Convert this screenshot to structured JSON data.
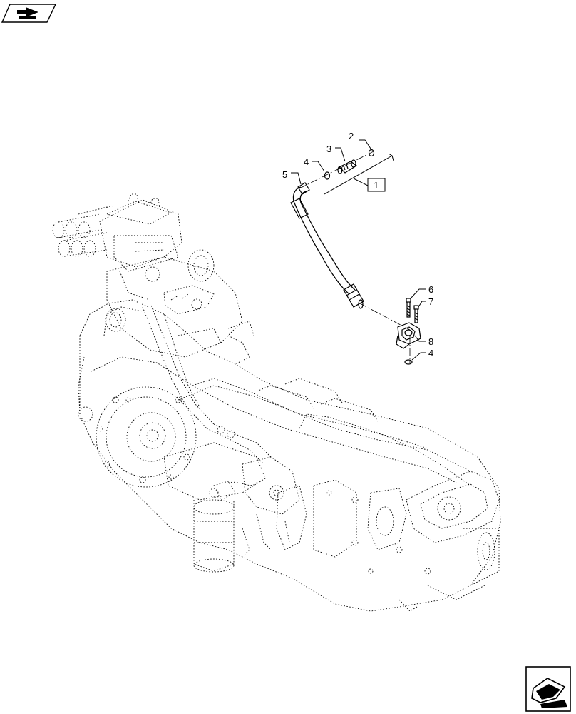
{
  "nav": {
    "prev_icon": "page-back-arrow-icon",
    "next_icon": "page-forward-arrow-icon"
  },
  "callouts": {
    "c1": "1",
    "c2": "2",
    "c3": "3",
    "c4a": "4",
    "c4b": "4",
    "c5": "5",
    "c6": "6",
    "c7": "7",
    "c8": "8"
  }
}
